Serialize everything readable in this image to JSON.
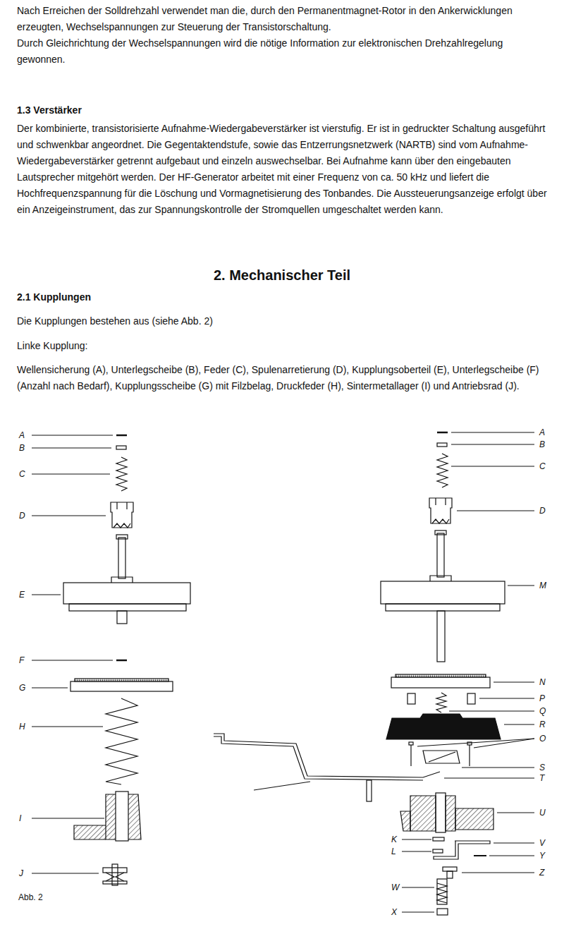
{
  "diagram": {
    "title": "2. Mechanischer Teil",
    "caption": "Abb. 2",
    "labels": [
      "Nach Erreichen der Solldrehzahl verwendet man die, durch den Permanentmagnet-Rotor in den Ankerwicklungen erzeugten, Wechselspannungen zur Steuerung der Transistorschaltung.",
      "Durch Gleichrichtung der Wechselspannungen wird die nötige Information zur elektronischen Drehzahlregelung gewonnen.",
      "1.3 Verstärker",
      "Der kombinierte, transistorisierte Aufnahme-Wiedergabeverstärker ist vierstufig. Er ist in gedruckter Schaltung ausgeführt und schwenkbar angeordnet. Die Gegentaktendstufe, sowie das Entzerrungsnetzwerk (NARTB) sind vom Aufnahme-Wiedergabeverstärker getrennt aufgebaut und einzeln auswechselbar. Bei Aufnahme kann über den eingebauten Lautsprecher mitgehört werden. Der HF-Generator arbeitet mit einer Frequenz von ca. 50 kHz und liefert die Hochfrequenzspannung für die Löschung und Vormagnetisierung des Tonbandes. Die Aussteuerungsanzeige erfolgt über ein Anzeigeinstrument, das zur Spannungskontrolle der Stromquellen umgeschaltet werden kann.",
      "2.1 Kupplungen",
      "Die Kupplungen bestehen aus (siehe Abb. 2)",
      "Linke Kupplung:",
      "Wellensicherung (A), Unterlegscheibe (B), Feder (C), Spulenarretierung (D), Kupplungsoberteil (E), Unterlegscheibe (F) (Anzahl nach Bedarf), Kupplungsscheibe (G) mit Filzbelag, Druckfeder (H), Sintermetallager (I) und Antriebsrad (J).",
      "A",
      "B",
      "C",
      "D",
      "E",
      "F",
      "G",
      "H",
      "I",
      "J",
      "A",
      "B",
      "C",
      "D",
      "M",
      "N",
      "P",
      "Q",
      "R",
      "O",
      "S",
      "T",
      "U",
      "K",
      "V",
      "L",
      "Y",
      "Z",
      "W",
      "X"
    ]
  }
}
